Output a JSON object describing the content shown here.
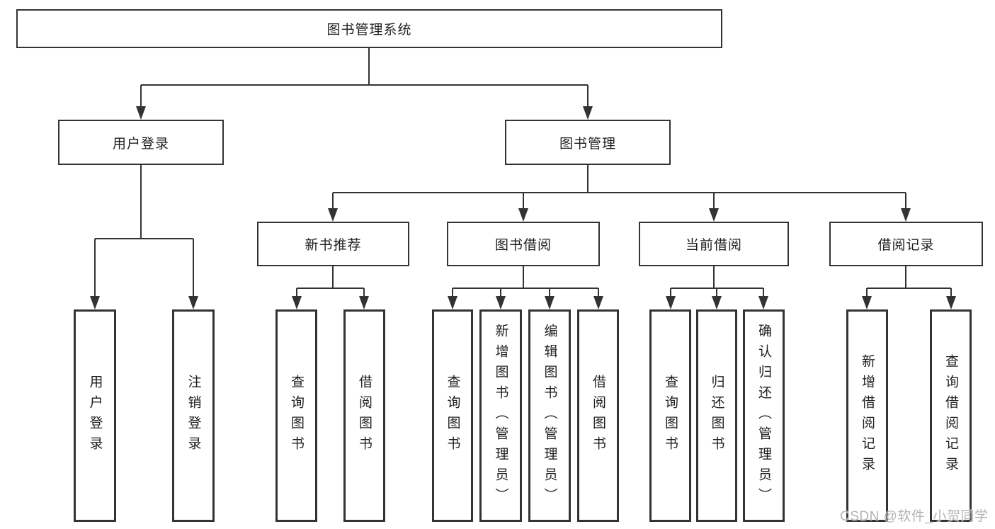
{
  "tree": {
    "root": {
      "label": "图书管理系统"
    },
    "branches": [
      {
        "label": "用户登录",
        "children": [
          {
            "label": "用户登录"
          },
          {
            "label": "注销登录"
          }
        ]
      },
      {
        "label": "图书管理",
        "sections": [
          {
            "label": "新书推荐",
            "children": [
              {
                "label": "查询图书"
              },
              {
                "label": "借阅图书"
              }
            ]
          },
          {
            "label": "图书借阅",
            "children": [
              {
                "label": "查询图书"
              },
              {
                "label": "新增图书（管理员）"
              },
              {
                "label": "编辑图书（管理员）"
              },
              {
                "label": "借阅图书"
              }
            ]
          },
          {
            "label": "当前借阅",
            "children": [
              {
                "label": "查询图书"
              },
              {
                "label": "归还图书"
              },
              {
                "label": "确认归还（管理员）"
              }
            ]
          },
          {
            "label": "借阅记录",
            "children": [
              {
                "label": "新增借阅记录"
              },
              {
                "label": "查询借阅记录"
              }
            ]
          }
        ]
      }
    ]
  },
  "watermark": {
    "text": "CSDN @软件_小贺同学"
  },
  "colors": {
    "line": "#333333",
    "text": "#1f1f1f",
    "background": "#ffffff",
    "watermark": "#b4b4b4"
  }
}
